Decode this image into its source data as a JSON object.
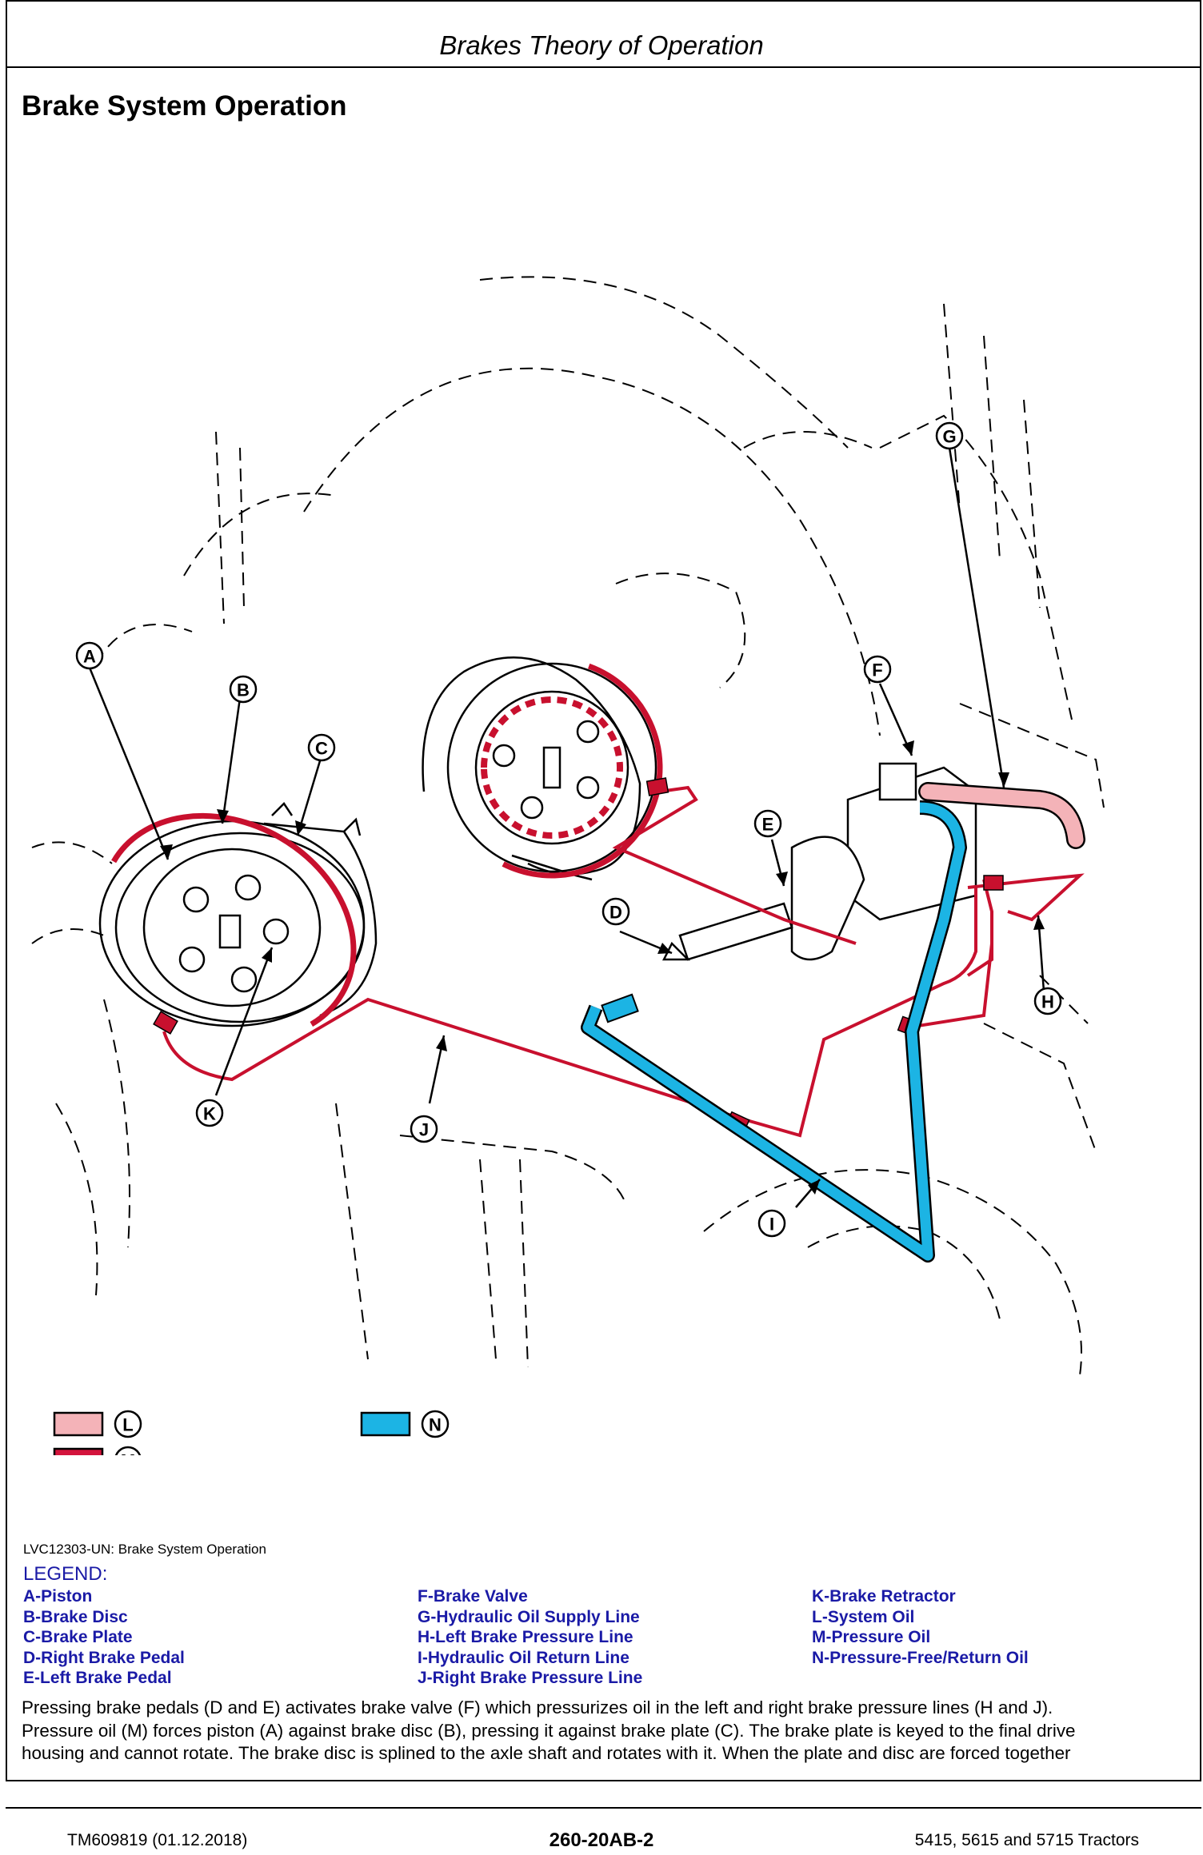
{
  "header": {
    "title": "Brakes Theory of Operation"
  },
  "section": {
    "title": "Brake System Operation"
  },
  "diagram": {
    "callouts": [
      "A",
      "B",
      "C",
      "D",
      "E",
      "F",
      "G",
      "H",
      "I",
      "J",
      "K"
    ],
    "key": [
      {
        "letter": "L",
        "color": "#f4b3b8"
      },
      {
        "letter": "M",
        "color": "#d3143c"
      },
      {
        "letter": "N",
        "color": "#1cb4e4"
      }
    ],
    "colors": {
      "pressure": "#c8102e",
      "return": "#1cb4e4",
      "system": "#f4b3b8",
      "line": "#000000"
    }
  },
  "figure_ref": "LVC12303-UN: Brake System Operation",
  "legend": {
    "title": "LEGEND:",
    "columns": [
      [
        "A-Piston",
        "B-Brake Disc",
        "C-Brake Plate",
        "D-Right Brake Pedal",
        "E-Left Brake Pedal"
      ],
      [
        "F-Brake Valve",
        "G-Hydraulic Oil Supply Line",
        "H-Left Brake Pressure Line",
        "I-Hydraulic Oil Return Line",
        "J-Right Brake Pressure Line"
      ],
      [
        "K-Brake Retractor",
        "L-System Oil",
        "M-Pressure Oil",
        "N-Pressure-Free/Return Oil"
      ]
    ]
  },
  "body_text": [
    "Pressing brake pedals (D and E) activates brake valve (F) which pressurizes oil in the left and right brake pressure lines (H and J).",
    "Pressure oil (M) forces piston (A) against brake disc (B), pressing it against brake plate (C). The brake plate is keyed to the final drive",
    "housing and cannot rotate. The brake disc is splined to the axle shaft and rotates with it. When the plate and disc are forced together"
  ],
  "footer": {
    "left": "TM609819 (01.12.2018)",
    "center": "260-20AB-2",
    "right": "5415, 5615 and 5715 Tractors"
  }
}
